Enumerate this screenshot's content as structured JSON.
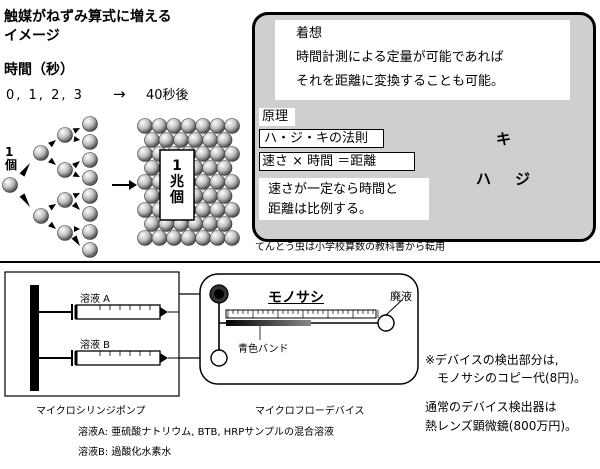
{
  "left_panel": {
    "title_line1": "触媒がねずみ算式に増える",
    "title_line2": "イメージ",
    "time_label": "時間（秒）",
    "time_sequence": "0, 1, 2, 3",
    "arrow": "→",
    "end_time": "40秒後",
    "one_unit": "1個",
    "trillion": "1兆個"
  },
  "idea_panel": {
    "heading": "着想",
    "line1": "時間計測による定量が可能であれば",
    "line2": "それを距離に変換することも可能。",
    "principle_label": "原理",
    "law": "ハ・ジ・キの法則",
    "formula": "速さ × 時間 ＝距離",
    "note_line1": "速さが一定なら時間と",
    "note_line2": "距離は比例する。",
    "ladybug_ki": "キ",
    "ladybug_ha": "ハ",
    "ladybug_ji": "ジ",
    "caption": "てんとう虫は小学校算数の教科書から転用"
  },
  "bottom": {
    "solution_a": "溶液 A",
    "solution_b": "溶液 B",
    "chip_label": "モノサシ",
    "waste": "廃液",
    "blue_band": "青色バンド",
    "pump_label": "マイクロシリンジポンプ",
    "device_label": "マイクロフローデバイス",
    "legend_a": "溶液A: 亜硫酸ナトリウム, BTB, HRPサンプルの混合溶液",
    "legend_b": "溶液B: 過酸化水素水",
    "note1_line1": "※デバイスの検出部分は,",
    "note1_line2": "モノサシのコピー代(8円)。",
    "note2_line1": "通常のデバイス検出器は",
    "note2_line2": "熱レンズ顕微鏡(800万円)。"
  }
}
